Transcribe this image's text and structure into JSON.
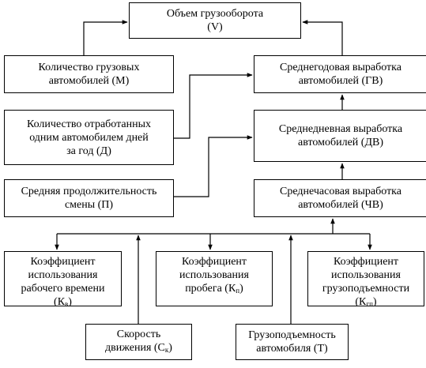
{
  "boxes": {
    "volume": {
      "line1": "Объем грузооборота",
      "line2": "(V)"
    },
    "trucks": {
      "line1": "Количество грузовых",
      "line2": "автомобилей (М)"
    },
    "days": {
      "line1": "Количество отработанных",
      "line2": "одним автомобилем дней",
      "line3": "за год (Д)"
    },
    "shift": {
      "line1": "Средняя продолжительность",
      "line2": "смены (П)"
    },
    "annual": {
      "line1": "Среднегодовая выработка",
      "line2": "автомобилей (ГВ)"
    },
    "daily": {
      "line1": "Среднедневная выработка",
      "line2": "автомобилей (ДВ)"
    },
    "hourly": {
      "line1": "Среднечасовая выработка",
      "line2": "автомобилей (ЧВ)"
    },
    "k_time": {
      "line1": "Коэффициент",
      "line2": "использования",
      "line3": "рабочего времени",
      "line4": "(К",
      "line4_sub": "в",
      "line4_end": ")"
    },
    "k_run": {
      "line1": "Коэффициент",
      "line2": "использования",
      "line3": "пробега (К",
      "line3_sub": "п",
      "line3_end": ")"
    },
    "k_load": {
      "line1": "Коэффициент",
      "line2": "использования",
      "line3": "грузоподъемности",
      "line4": "(К",
      "line4_sub": "гп",
      "line4_end": ")"
    },
    "speed": {
      "line1": "Скорость",
      "line2": "движения (С",
      "line2_sub": "к",
      "line2_end": ")"
    },
    "capacity": {
      "line1": "Грузоподъемность",
      "line2": "автомобиля (Т)"
    }
  }
}
